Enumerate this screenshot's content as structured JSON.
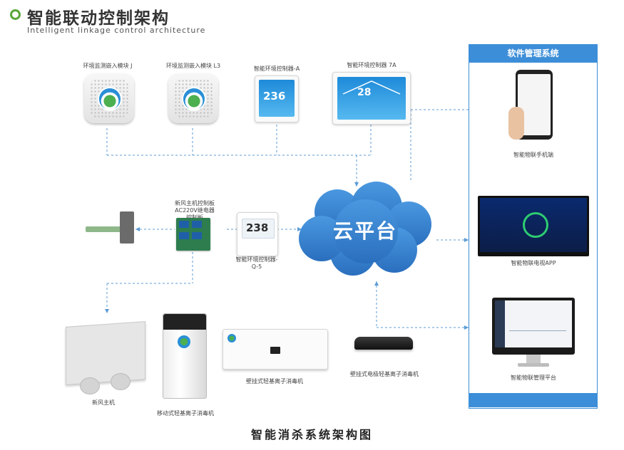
{
  "header": {
    "title_zh": "智能联动控制架构",
    "title_en": "Intelligent linkage control architecture"
  },
  "devices": {
    "sensor_j_label": "环境监测嵌入模块 J",
    "sensor_l3_label": "环境监测嵌入模块 L3",
    "controller_a_label": "智能环境控制器-A",
    "controller_a_value": "236",
    "controller_7a_label": "智能环境控制器 7A",
    "controller_7a_value": "28",
    "fresh_air_board_label_1": "新风主机控制板",
    "fresh_air_board_label_2": "AC220V继电器",
    "fresh_air_board_label_3": "控制板",
    "controller_q5_label_1": "智能环境控制器-",
    "controller_q5_label_2": "Q-5",
    "controller_q5_value": "238",
    "fresh_air_host_label": "新风主机",
    "mobile_sterilizer_label": "移动式轻基离子消毒机",
    "wall_sterilizer_label": "壁挂式轻基离子消毒机",
    "wall_sterilizer2_label": "壁挂式电极轻基离子消毒机"
  },
  "cloud": {
    "label": "云平台"
  },
  "software": {
    "header": "软件管理系统",
    "mobile_label": "智能物联手机端",
    "tv_label": "智能物联电视APP",
    "pc_label": "智能物联管理平台"
  },
  "caption": "智能消杀系统架构图",
  "colors": {
    "accent_blue": "#3d8ed8",
    "cloud_blue": "#2f7fd0",
    "title_green": "#5aa63a",
    "dashed_line": "#5b9bd5"
  }
}
